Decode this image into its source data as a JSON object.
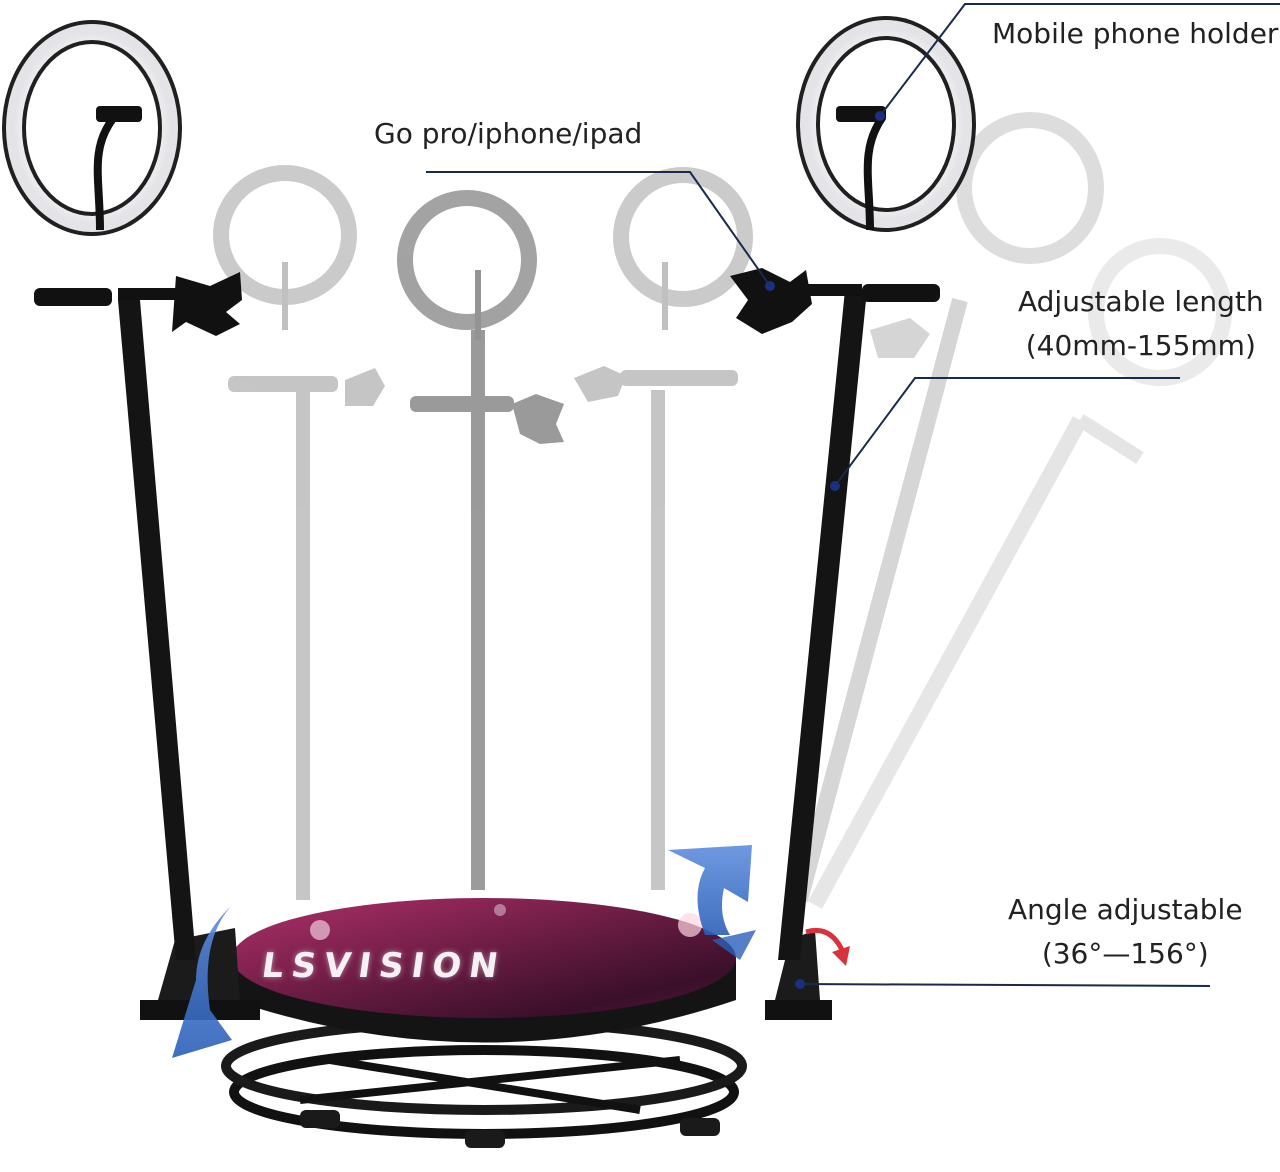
{
  "callouts": {
    "phone_holder": "Mobile phone holder",
    "gopro": "Go pro/iphone/ipad",
    "length_line1": "Adjustable length",
    "length_line2": "(40mm-155mm)",
    "angle_line1": "Angle adjustable",
    "angle_line2": "(36°—156°)"
  },
  "brand_text": "LSVISION",
  "colors": {
    "pole": "#141414",
    "ghost_pole": "#c9c9c9",
    "ring_light": "#f2f2f2",
    "platform_top": "#7a1f4a",
    "arrow_blue": "#3e6fc0",
    "arrow_red": "#d8323c",
    "leader_line": "#1a2a4a"
  }
}
